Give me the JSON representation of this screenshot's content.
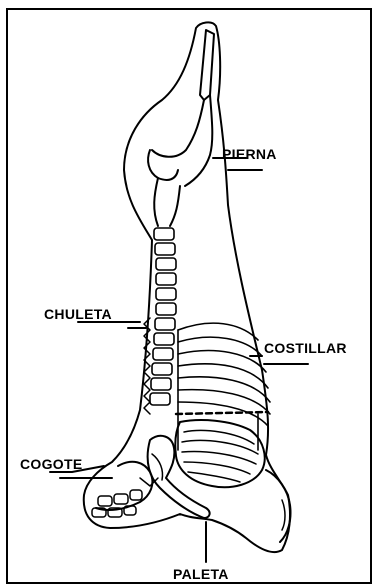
{
  "diagram": {
    "labels": {
      "pierna": "PIERNA",
      "chuleta": "CHULETA",
      "costillar": "COSTILLAR",
      "cogote": "COGOTE",
      "paleta": "PALETA"
    },
    "line_color": "#000000",
    "background": "#ffffff"
  }
}
